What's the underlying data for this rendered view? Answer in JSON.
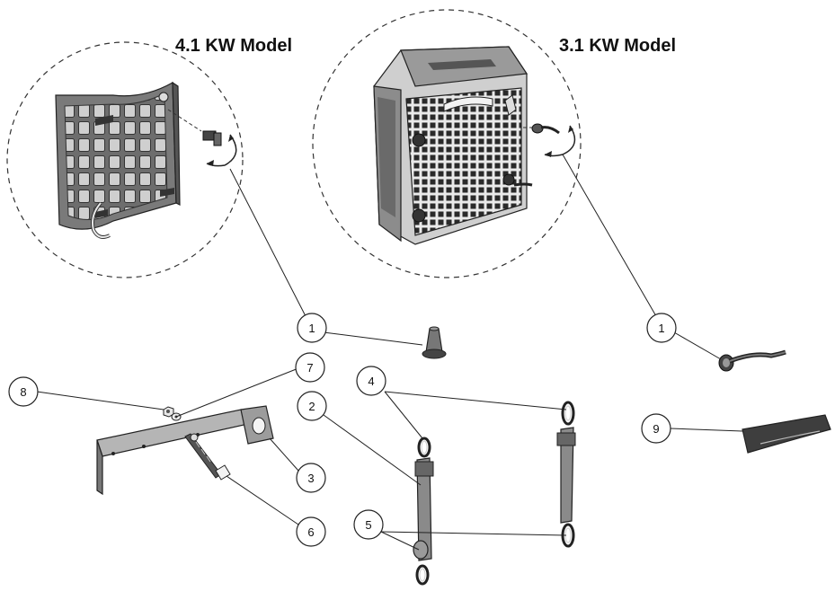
{
  "titles": {
    "left": "4.1 KW Model",
    "right": "3.1 KW Model"
  },
  "callouts": {
    "c1a": "1",
    "c1b": "1",
    "c2": "2",
    "c3": "3",
    "c4": "4",
    "c5": "5",
    "c6": "6",
    "c7": "7",
    "c8": "8",
    "c9": "9"
  }
}
